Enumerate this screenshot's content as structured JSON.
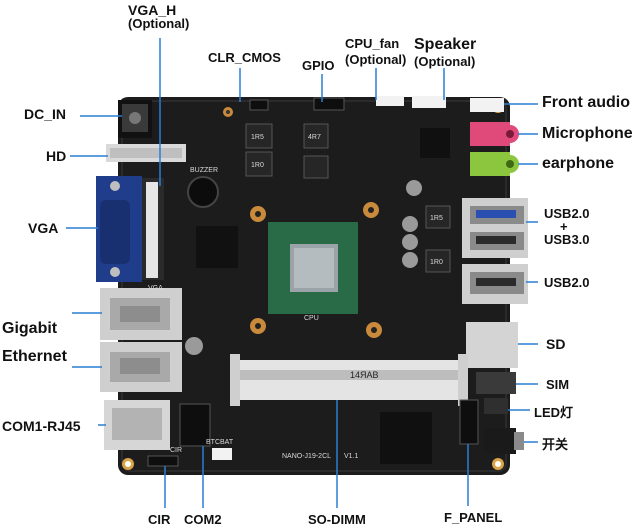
{
  "figure": {
    "subject": "Mini-ITX industrial motherboard with labeled ports",
    "colors": {
      "background": "#ffffff",
      "pcb": "#1c1c1c",
      "leader": "#2a7fd4",
      "label_text": "#111111"
    }
  },
  "labels": {
    "vga_h": "VGA_H",
    "vga_h_note": "(Optional)",
    "clr_cmos": "CLR_CMOS",
    "gpio": "GPIO",
    "cpu_fan": "CPU_fan",
    "cpu_fan_note": "(Optional)",
    "speaker": "Speaker",
    "speaker_note": "(Optional)",
    "dc_in": "DC_IN",
    "hd": "HD",
    "vga": "VGA",
    "gigabit": "Gigabit",
    "ethernet": "Ethernet",
    "com1_rj45": "COM1-RJ45",
    "front_audio": "Front audio",
    "microphone": "Microphone",
    "earphone": "earphone",
    "usb_stack": "USB2.0",
    "usb_plus": "+",
    "usb3": "USB3.0",
    "usb_lower": "USB2.0",
    "sd": "SD",
    "sim": "SIM",
    "led": "LED灯",
    "power_switch": "开关",
    "cir": "CIR",
    "com2": "COM2",
    "so_dimm": "SO-DIMM",
    "f_panel": "F_PANEL"
  },
  "board_print": {
    "cpu": "CPU",
    "dimm_silk": "14ЯАВ",
    "model": "NANO-J19-2CL",
    "version": "V1.1",
    "r1": "1R5",
    "r2": "1R0",
    "r3": "4R7",
    "r4": "1R5",
    "r5": "1R0",
    "buzzer": "BUZZER",
    "vga_silk": "VGA",
    "cir_silk": "CIR",
    "btc_silk": "BTCBAT"
  }
}
